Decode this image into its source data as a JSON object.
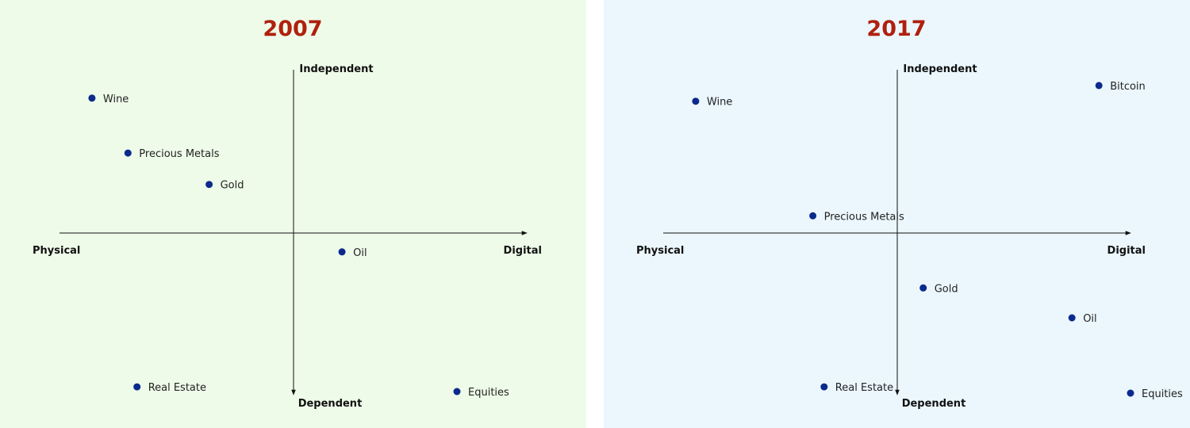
{
  "chart_data": [
    {
      "type": "scatter",
      "title": "2007",
      "background": "#eefbe9",
      "title_color": "#b0200e",
      "point_color": "#0c2a8c",
      "axis_labels": {
        "left": "Physical",
        "right": "Digital",
        "top": "Independent",
        "bottom": "Dependent"
      },
      "xlim": [
        -10,
        10
      ],
      "ylim": [
        -10,
        10
      ],
      "points": [
        {
          "label": "Wine",
          "x": -9.3,
          "y": 8.8
        },
        {
          "label": "Precious Metals",
          "x": -7.7,
          "y": 5.3
        },
        {
          "label": "Gold",
          "x": -4.1,
          "y": 3.3
        },
        {
          "label": "Oil",
          "x": 1.8,
          "y": -1.0
        },
        {
          "label": "Real Estate",
          "x": -7.3,
          "y": -9.6
        },
        {
          "label": "Equities",
          "x": 6.9,
          "y": -9.9
        }
      ]
    },
    {
      "type": "scatter",
      "title": "2017",
      "background": "#ebf7fd",
      "title_color": "#b0200e",
      "point_color": "#0c2a8c",
      "axis_labels": {
        "left": "Physical",
        "right": "Digital",
        "top": "Independent",
        "bottom": "Dependent"
      },
      "xlim": [
        -10,
        10
      ],
      "ylim": [
        -10,
        10
      ],
      "points": [
        {
          "label": "Wine",
          "x": -9.3,
          "y": 8.6
        },
        {
          "label": "Bitcoin",
          "x": 8.6,
          "y": 9.6
        },
        {
          "label": "Precious Metals",
          "x": -4.1,
          "y": 1.3
        },
        {
          "label": "Gold",
          "x": 0.8,
          "y": -3.3
        },
        {
          "label": "Oil",
          "x": 7.4,
          "y": -5.2
        },
        {
          "label": "Real Estate",
          "x": -3.6,
          "y": -9.6
        },
        {
          "label": "Equities",
          "x": 10.0,
          "y": -10.0
        }
      ]
    }
  ]
}
